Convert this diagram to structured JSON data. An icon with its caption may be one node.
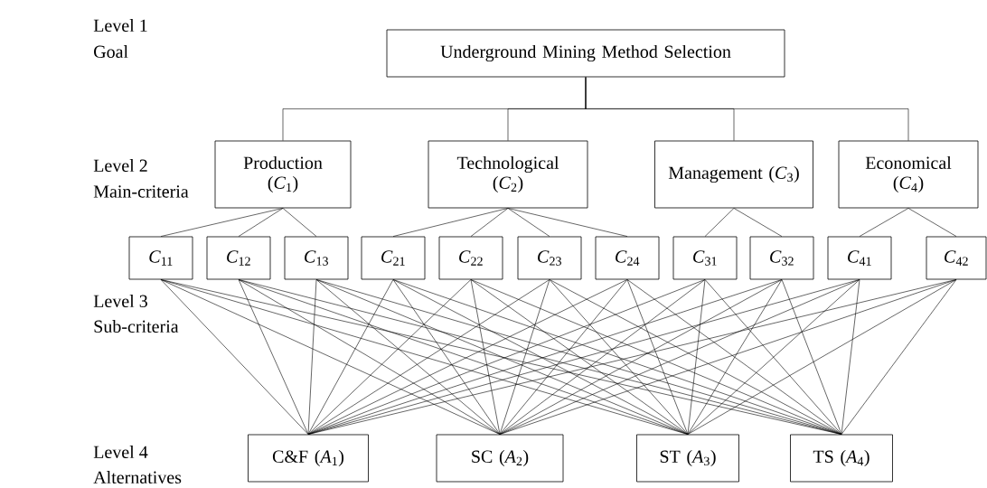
{
  "diagram": {
    "nodes": [
      {
        "text": [
          "Underground Mining Method Selection"
        ]
      },
      {
        "text": [
          "Production (*C*$_{1}$)"
        ]
      },
      {
        "text": [
          "Technological (*C*$_{2}$)"
        ]
      },
      {
        "text": [
          "Management (*C*$_{3}$)"
        ]
      },
      {
        "text": [
          "Economical (*C*$_{4}$)"
        ]
      },
      {
        "text": [
          "*C*$_{11}$"
        ]
      },
      {
        "text": [
          "*C*$_{12}$"
        ]
      },
      {
        "text": [
          "*C*$_{13}$"
        ]
      },
      {
        "text": [
          "*C*$_{21}$"
        ]
      },
      {
        "text": [
          "*C*$_{22}$"
        ]
      },
      {
        "text": [
          "*C*$_{23}$"
        ]
      },
      {
        "text": [
          "*C*$_{24}$"
        ]
      },
      {
        "text": [
          "*C*$_{31}$"
        ]
      },
      {
        "text": [
          "*C*$_{32}$"
        ]
      },
      {
        "text": [
          "*C*$_{41}$"
        ]
      },
      {
        "text": [
          "*C*$_{42}$"
        ]
      },
      {
        "text": [
          "C&F (*A*$_{1}$)"
        ]
      },
      {
        "text": [
          "SC (*A*$_{2}$)"
        ]
      },
      {
        "text": [
          "ST (*A*$_{3}$)"
        ]
      },
      {
        "text": [
          "TS (*A*$_{4}$)"
        ]
      }
    ],
    "edges": [
      {
        "from": 0,
        "to": 1,
        "arrow": "none"
      },
      {
        "from": 0,
        "to": 2,
        "arrow": "none"
      },
      {
        "from": 0,
        "to": 3,
        "arrow": "none"
      },
      {
        "from": 0,
        "to": 4,
        "arrow": "none"
      },
      {
        "from": 1,
        "to": 5,
        "arrow": "none"
      },
      {
        "from": 1,
        "to": 6,
        "arrow": "none"
      },
      {
        "from": 1,
        "to": 7,
        "arrow": "none"
      },
      {
        "from": 2,
        "to": 8,
        "arrow": "none"
      },
      {
        "from": 2,
        "to": 9,
        "arrow": "none"
      },
      {
        "from": 2,
        "to": 10,
        "arrow": "none"
      },
      {
        "from": 2,
        "to": 11,
        "arrow": "none"
      },
      {
        "from": 3,
        "to": 12,
        "arrow": "none"
      },
      {
        "from": 3,
        "to": 13,
        "arrow": "none"
      },
      {
        "from": 4,
        "to": 14,
        "arrow": "none"
      },
      {
        "from": 4,
        "to": 15,
        "arrow": "none"
      },
      {
        "from": 5,
        "to": 16,
        "arrow": "none"
      },
      {
        "from": 5,
        "to": 17,
        "arrow": "none"
      },
      {
        "from": 5,
        "to": 18,
        "arrow": "none"
      },
      {
        "from": 5,
        "to": 19,
        "arrow": "none"
      },
      {
        "from": 6,
        "to": 16,
        "arrow": "none"
      },
      {
        "from": 6,
        "to": 17,
        "arrow": "none"
      },
      {
        "from": 6,
        "to": 18,
        "arrow": "none"
      },
      {
        "from": 6,
        "to": 19,
        "arrow": "none"
      },
      {
        "from": 7,
        "to": 16,
        "arrow": "none"
      },
      {
        "from": 7,
        "to": 17,
        "arrow": "none"
      },
      {
        "from": 7,
        "to": 18,
        "arrow": "none"
      },
      {
        "from": 7,
        "to": 19,
        "arrow": "none"
      },
      {
        "from": 8,
        "to": 16,
        "arrow": "none"
      },
      {
        "from": 8,
        "to": 17,
        "arrow": "none"
      },
      {
        "from": 8,
        "to": 18,
        "arrow": "none"
      },
      {
        "from": 8,
        "to": 19,
        "arrow": "none"
      },
      {
        "from": 9,
        "to": 16,
        "arrow": "none"
      },
      {
        "from": 9,
        "to": 17,
        "arrow": "none"
      },
      {
        "from": 9,
        "to": 18,
        "arrow": "none"
      },
      {
        "from": 9,
        "to": 19,
        "arrow": "none"
      },
      {
        "from": 10,
        "to": 16,
        "arrow": "none"
      },
      {
        "from": 10,
        "to": 17,
        "arrow": "none"
      },
      {
        "from": 10,
        "to": 18,
        "arrow": "none"
      },
      {
        "from": 10,
        "to": 19,
        "arrow": "none"
      },
      {
        "from": 11,
        "to": 16,
        "arrow": "none"
      },
      {
        "from": 11,
        "to": 17,
        "arrow": "none"
      },
      {
        "from": 11,
        "to": 18,
        "arrow": "none"
      },
      {
        "from": 11,
        "to": 19,
        "arrow": "none"
      },
      {
        "from": 12,
        "to": 16,
        "arrow": "none"
      },
      {
        "from": 12,
        "to": 17,
        "arrow": "none"
      },
      {
        "from": 12,
        "to": 18,
        "arrow": "none"
      },
      {
        "from": 12,
        "to": 19,
        "arrow": "none"
      },
      {
        "from": 13,
        "to": 16,
        "arrow": "none"
      },
      {
        "from": 13,
        "to": 17,
        "arrow": "none"
      },
      {
        "from": 13,
        "to": 18,
        "arrow": "none"
      },
      {
        "from": 13,
        "to": 19,
        "arrow": "none"
      },
      {
        "from": 14,
        "to": 16,
        "arrow": "none"
      },
      {
        "from": 14,
        "to": 17,
        "arrow": "none"
      },
      {
        "from": 14,
        "to": 18,
        "arrow": "none"
      },
      {
        "from": 14,
        "to": 19,
        "arrow": "none"
      },
      {
        "from": 15,
        "to": 16,
        "arrow": "none"
      },
      {
        "from": 15,
        "to": 17,
        "arrow": "none"
      },
      {
        "from": 15,
        "to": 18,
        "arrow": "none"
      },
      {
        "from": 15,
        "to": 19,
        "arrow": "none"
      }
    ],
    "labels": [
      "Level 1",
      "Goal",
      "Level 2",
      "Main-criteria",
      "Level 3",
      "Sub-criteria",
      "Level 4",
      "Alternatives"
    ]
  }
}
